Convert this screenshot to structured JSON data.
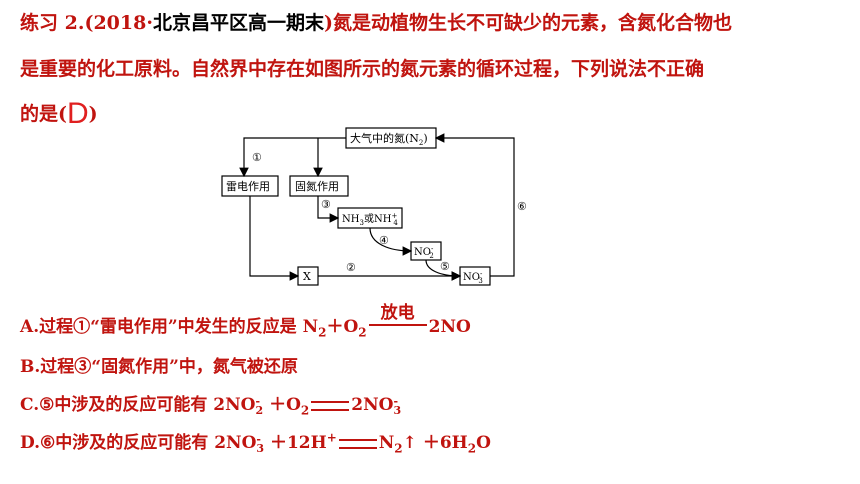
{
  "question": {
    "prefix": "练习  2.(2018·",
    "source": "北京昌平区高一期末",
    "line1_rest": ")氮是动植物生长不可缺少的元素，含氮化合物也",
    "line2": "是重要的化工原料。自然界中存在如图所示的氮元素的循环过程，下列说法不正确",
    "line3_before": "的是(",
    "answer": "D",
    "line3_after": ")"
  },
  "diagram": {
    "atmosphere_box": "大气中的氮(N",
    "atmosphere_sub": "2",
    "atmosphere_close": ")",
    "lightning_box": "雷电作用",
    "fixation_box": "固氮作用",
    "ammonia_box": "NH",
    "ammonia_sub": "3",
    "ammonia_or": "或NH",
    "ammonium_sup": "+",
    "ammonium_sub": "4",
    "x_box": "X",
    "no2_box": "NO",
    "no2_sup": "-",
    "no2_sub": "2",
    "no3_box": "NO",
    "no3_sup": "-",
    "no3_sub": "3",
    "step1": "①",
    "step2": "②",
    "step3": "③",
    "step4": "④",
    "step5": "⑤",
    "step6": "⑥"
  },
  "options": {
    "a": {
      "text": "A.过程①“雷电作用”中发生的反应是 N",
      "r1": "2",
      "plus": "＋O",
      "r2": "2",
      "cond": "放电",
      "product": "2NO"
    },
    "b": {
      "text": "B.过程③“固氮作用”中，氮气被还原"
    },
    "c": {
      "text": "C.⑤中涉及的反应可能有 2NO",
      "sup1": "-",
      "sub1": "2",
      "mid": " ＋O",
      "sub2": "2",
      "product": "2NO",
      "sup3": "-",
      "sub3": "3"
    },
    "d": {
      "text": "D.⑥中涉及的反应可能有 2NO",
      "sup1": "-",
      "sub1": "3",
      "mid": " ＋12H",
      "sup2": "+",
      "product": "N",
      "sub3": "2",
      "arrow": "↑",
      "tail": " ＋6H",
      "sub4": "2",
      "tail2": "O"
    }
  },
  "colors": {
    "text_red": "#c0140f",
    "answer_red": "#e02020",
    "diagram_black": "#000000"
  }
}
